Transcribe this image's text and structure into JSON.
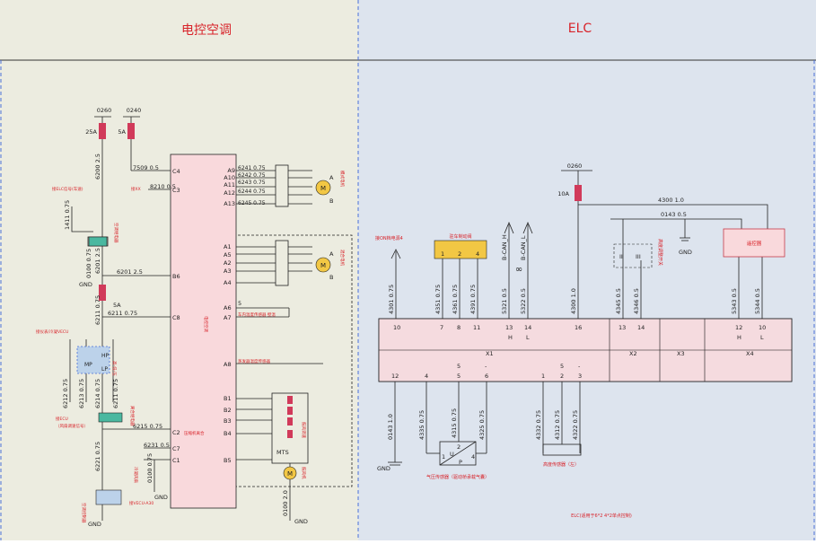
{
  "panels": {
    "left_title": "电控空调",
    "right_title": "ELC"
  },
  "colors": {
    "left_bg": "#ecece0",
    "right_bg": "#dde4ee",
    "wire": "#222222",
    "fuse": "#d13a5a",
    "box_fill": "#f9d9dc",
    "box_stroke": "#c63a4a",
    "title_red": "#d8232a",
    "dashed_blue": "#4a6fd8"
  },
  "left": {
    "fuse_top_labels": [
      "0260",
      "0240"
    ],
    "fuse_ratings": [
      "25A",
      "5A",
      "5A"
    ],
    "wires": {
      "w7509": "7509 0.5",
      "w8210": "8210 0.5",
      "w6200": "6200 2.5",
      "w1411": "1411 0.75",
      "w0100a": "0100 0.75",
      "w6201": "6201 2.5",
      "w6201b": "6201 2.5",
      "w6211": "6211 0.75",
      "w6211b": "6211 0.75",
      "w6212": "6212 0.75",
      "w6213": "6213 0.75",
      "w6214": "6214 0.75",
      "w6211c": "6211 0.75",
      "w6215": "6215   0.75",
      "w6231": "6231 0.5",
      "w6221": "6221 0.75",
      "w0100b": "0100 0.75",
      "w0100c": "0100 2.0"
    },
    "motor_a_wires": [
      "6241 0.75",
      "6242 0.75",
      "6243 0.75",
      "6244 0.75",
      "6245 0.75"
    ],
    "motor_a_pins": [
      "A9",
      "A10",
      "A11",
      "A12",
      "A13"
    ],
    "motor_b_pins": [
      "A1",
      "A5",
      "A2",
      "A3",
      "A4"
    ],
    "controller_pins": [
      "C4",
      "C3",
      "B6",
      "C8",
      "C2",
      "C7",
      "C1"
    ],
    "inner_pins": [
      "A6",
      "A7",
      "A8",
      "B1",
      "B2",
      "B3",
      "B4",
      "B5"
    ],
    "pin5": "5",
    "gnd": "GND",
    "ab": [
      "A",
      "B"
    ],
    "ab2": [
      "A",
      "B"
    ],
    "mts": "MTS",
    "small_labels": {
      "elc_speed": "接ELC信号(车速)",
      "ctrl_vert": "电控空调",
      "relay_vert": "空调继电器",
      "high_low": "高-低-压",
      "hp": "HP",
      "mp": "MP",
      "lp": "LP",
      "relay2": "空调控制器",
      "to_dashboard": "接仪表/冷凝VECU",
      "ac_ecu": "接ECU",
      "ac_ecu2": "（风扇调速信号）",
      "mix_motor": "混合电机",
      "mode_motor": "模式电机",
      "evap_sensor": "蒸发器温度传感器",
      "in_sensor": "车内温度传感器 壁温",
      "ac_clutch": "压缩机离合",
      "cond_relay": "冷凝风扇",
      "blower": "鼓风机",
      "blower_res": "鼓风调速",
      "vecu_a30": "接VECU-A30",
      "clutch_relay": "离合继电器",
      "fuse_sig": "接XX",
      "wire_small": "接ECU"
    }
  },
  "right": {
    "fuse_top": "0260",
    "fuse_rating": "10A",
    "w4300_top": "4300 1.0",
    "w0143_top": "0143 0.5",
    "gnd": "GND",
    "remote": "遥控器",
    "brake_valve": "驻车制动阀",
    "brake_pins": [
      "1",
      "2",
      "4"
    ],
    "on_power": "接ON档电源4",
    "canh": "B-CAN_H",
    "canl": "B-CAN_L",
    "height_switch": "高度调整开关",
    "switch_marks": [
      "II",
      "III"
    ],
    "vert_wires": [
      "4301 0.75",
      "4351 0.75",
      "4361 0.75",
      "4391 0.75",
      "5321 0.5",
      "5322 0.5",
      "4300 1.0",
      "4345 0.5",
      "4346 0.5",
      "5343 0.5",
      "5344 0.5"
    ],
    "top_pins": [
      "10",
      "7",
      "8",
      "11",
      "13",
      "14",
      "16",
      "13",
      "14",
      "12",
      "10"
    ],
    "hl": [
      "H",
      "L",
      "H",
      "L"
    ],
    "blocks": [
      "X1",
      "X2",
      "X3",
      "X4"
    ],
    "bottom_pins": [
      "12",
      "4",
      "5",
      "6",
      "1",
      "2",
      "3"
    ],
    "mid_marks": [
      "5",
      "-",
      "5",
      "-"
    ],
    "bottom_wires": [
      "0143 1.0",
      "4335 0.75",
      "4315 0.75",
      "4325 0.75",
      "4332 0.75",
      "4312 0.75",
      "4322 0.75"
    ],
    "pressure_sensor": "气压传感器（驱动桥承载气囊）",
    "height_sensor": "高度传感器（左）",
    "ps_pins": [
      "1",
      "2",
      "4"
    ],
    "ps_up": [
      "U",
      "P"
    ],
    "footer": "ELC(适用于6*2 4*2单点控制)"
  }
}
